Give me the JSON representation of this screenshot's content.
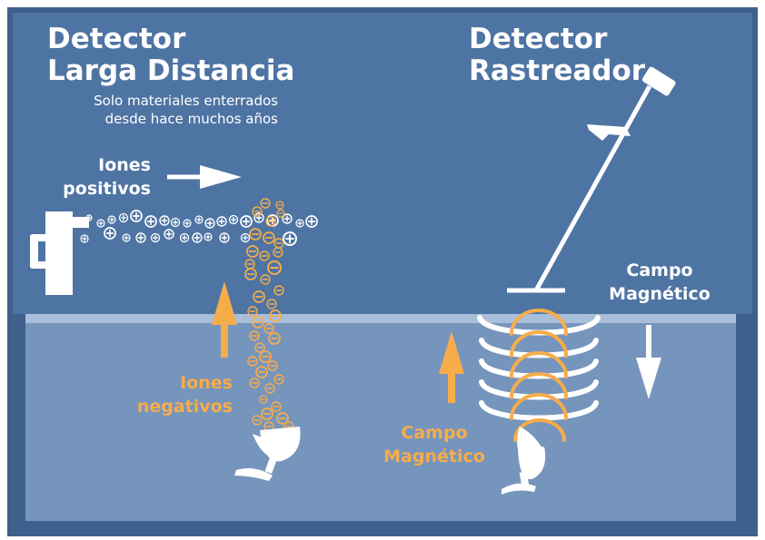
{
  "left": {
    "title_line1": "Detector",
    "title_line2": "Larga Distancia",
    "subtitle_line1": "Solo materiales enterrados",
    "subtitle_line2": "desde hace muchos años",
    "label_positive_line1": "Iones",
    "label_positive_line2": "positivos",
    "label_negative_line1": "Iones",
    "label_negative_line2": "negativos"
  },
  "right": {
    "title_line1": "Detector",
    "title_line2": "Rastreador",
    "field_white_line1": "Campo",
    "field_white_line2": "Magnético",
    "field_orange_line1": "Campo",
    "field_orange_line2": "Magnético"
  },
  "colors": {
    "sky": "#4e74a3",
    "ground": "#7695bd",
    "frame": "#3f608d",
    "ground_line": "#a9bfd9",
    "accent": "#f7ac4a",
    "white": "#ffffff"
  }
}
